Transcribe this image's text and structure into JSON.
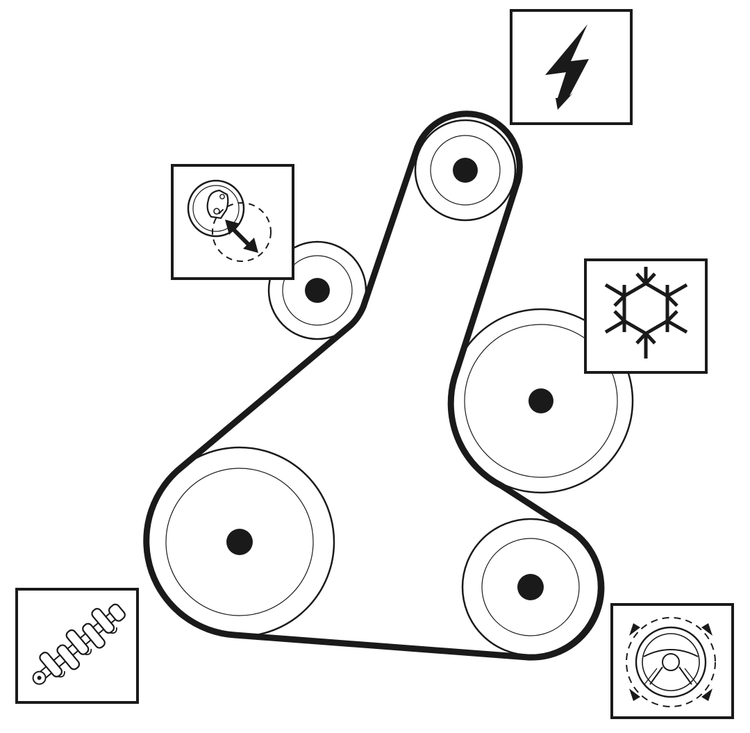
{
  "diagram": {
    "type": "serpentine-belt-routing",
    "colors": {
      "ink": "#1a1a1a",
      "background": "#ffffff"
    },
    "pulleys": [
      {
        "id": "crankshaft",
        "icon": "crankshaft-icon"
      },
      {
        "id": "tensioner",
        "icon": "tensioner-icon"
      },
      {
        "id": "alternator",
        "icon": "lightning-bolt-icon"
      },
      {
        "id": "ac-compressor",
        "icon": "snowflake-icon"
      },
      {
        "id": "power-steering",
        "icon": "steering-wheel-icon"
      }
    ],
    "belt_order": [
      "crankshaft",
      "tensioner",
      "alternator",
      "ac-compressor",
      "power-steering"
    ]
  }
}
